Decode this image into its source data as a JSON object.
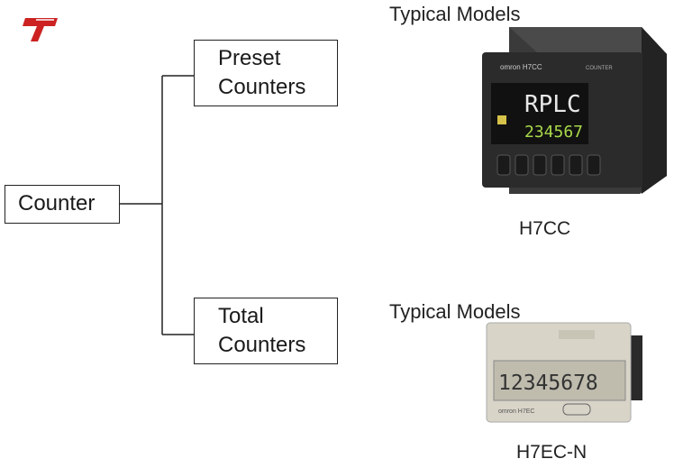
{
  "diagram": {
    "root": "Counter",
    "branches": [
      {
        "line1": "Preset",
        "line2": "Counters"
      },
      {
        "line1": "Total",
        "line2": "Counters"
      }
    ]
  },
  "models": [
    {
      "heading": "Typical Models",
      "name": "H7CC",
      "display_top": "RPLC",
      "display_bottom": "234567",
      "brand": "omron H7CC",
      "tag": "COUNTER"
    },
    {
      "heading": "Typical Models",
      "name": "H7EC-N",
      "display": "12345678",
      "brand": "omron H7EC"
    }
  ],
  "colors": {
    "logo": "#cc2222",
    "device_dark": "#2b2b2b",
    "device_light": "#d8d4c8",
    "lcd_green": "#a8d84a"
  }
}
